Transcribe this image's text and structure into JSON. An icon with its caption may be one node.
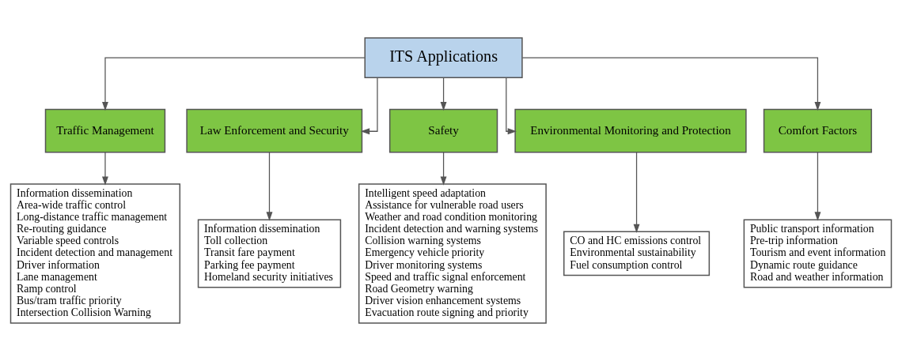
{
  "diagram": {
    "nodes": [
      {
        "text": [
          "ITS Applications"
        ]
      },
      {
        "text": [
          "Traffic Management"
        ]
      },
      {
        "text": [
          "Law Enforcement and Security"
        ]
      },
      {
        "text": [
          "Safety"
        ]
      },
      {
        "text": [
          "Environmental Monitoring and Protection"
        ]
      },
      {
        "text": [
          "Comfort Factors"
        ]
      },
      {
        "text": [
          "Information dissemination",
          "Area-wide traffic control",
          "Long-distance traffic management",
          "Re-routing guidance",
          "Variable speed controls",
          "Incident detection and management",
          "Driver information",
          "Lane management",
          "Ramp control",
          "Bus/tram traffic priority",
          "Intersection Collision Warning"
        ]
      },
      {
        "text": [
          "Information dissemination",
          "Toll collection",
          "Transit fare payment",
          "Parking fee payment",
          "Homeland security initiatives"
        ]
      },
      {
        "text": [
          "Intelligent speed adaptation",
          "Assistance for vulnerable road users",
          "Weather and road condition monitoring",
          "Incident detection and warning systems",
          "Collision warning systems",
          "Emergency vehicle priority",
          "Driver monitoring systems",
          "Speed and traffic signal enforcement",
          "Road Geometry warning",
          "Driver vision enhancement systems",
          "Evacuation route signing and priority"
        ]
      },
      {
        "text": [
          "CO and HC emissions control",
          "Environmental sustainability",
          "Fuel consumption control"
        ]
      },
      {
        "text": [
          "Public transport information",
          "Pre-trip information",
          "Tourism and event information",
          "Dynamic route guidance",
          "Road and weather information"
        ]
      }
    ],
    "edges": [
      {
        "from": 0,
        "to": 1,
        "arrow": "to"
      },
      {
        "from": 0,
        "to": 2,
        "arrow": "to"
      },
      {
        "from": 0,
        "to": 3,
        "arrow": "to"
      },
      {
        "from": 0,
        "to": 4,
        "arrow": "to"
      },
      {
        "from": 0,
        "to": 5,
        "arrow": "to"
      },
      {
        "from": 1,
        "to": 6,
        "arrow": "to"
      },
      {
        "from": 2,
        "to": 7,
        "arrow": "to"
      },
      {
        "from": 3,
        "to": 8,
        "arrow": "to"
      },
      {
        "from": 4,
        "to": 9,
        "arrow": "to"
      },
      {
        "from": 5,
        "to": 10,
        "arrow": "to"
      }
    ]
  }
}
